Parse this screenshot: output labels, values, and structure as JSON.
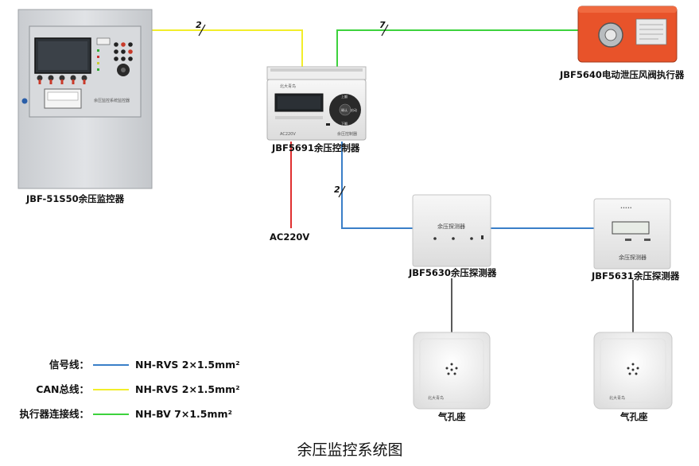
{
  "title": "余压监控系统图",
  "colors": {
    "signal": "#3a7fc8",
    "can": "#f2ee2a",
    "actuator_link": "#3dd23d",
    "power": "#e03030",
    "detector_link": "#222222",
    "actuator_body": "#e8532a"
  },
  "devices": {
    "monitor": {
      "label": "JBF-51S50余压监控器",
      "panel_text": "余压监控系统监控器"
    },
    "controller": {
      "label": "JBF5691余压控制器",
      "panel_text": "余压控制器",
      "brand": "北大青鸟",
      "ac_text": "AC220V",
      "keys": [
        "上翻",
        "确认",
        "下翻",
        "启动"
      ]
    },
    "actuator": {
      "label": "JBF5640电动泄压风阀执行器"
    },
    "detector_a": {
      "label": "JBF5630余压探测器",
      "panel_text": "余压探测器"
    },
    "detector_b": {
      "label": "JBF5631余压探测器",
      "panel_text": "余压探测器"
    },
    "outlet_a": {
      "label": "气孔座"
    },
    "outlet_b": {
      "label": "气孔座"
    },
    "power": {
      "label": "AC220V"
    }
  },
  "wire_counts": {
    "can": "2",
    "actuator": "7",
    "signal": "2"
  },
  "legend": [
    {
      "name": "信号线：",
      "spec": "NH-RVS 2×1.5mm²",
      "color": "#3a7fc8"
    },
    {
      "name": "CAN总线：",
      "spec": "NH-RVS 2×1.5mm²",
      "color": "#f2ee2a"
    },
    {
      "name": "执行器连接线：",
      "spec": "NH-BV 7×1.5mm²",
      "color": "#3dd23d"
    }
  ]
}
